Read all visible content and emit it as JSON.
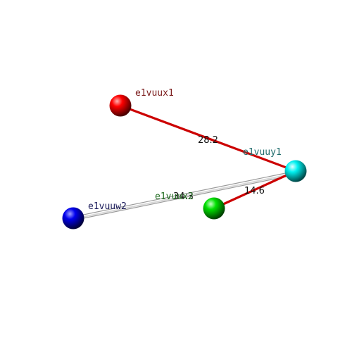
{
  "atoms": [
    {
      "id": "a1",
      "label": "e1vuux1",
      "color": "#ff0000",
      "label_color": "#7a1a1a",
      "name": "atom-sphere-e1vuux1"
    },
    {
      "id": "a2",
      "label": "e1vuuy1",
      "color": "#00ffff",
      "label_color": "#1e6b6b",
      "name": "atom-sphere-e1vuuy1"
    },
    {
      "id": "a3",
      "label": "e1vuux2",
      "color": "#00ff00",
      "label_color": "#1e6b1e",
      "name": "atom-sphere-e1vuux2"
    },
    {
      "id": "a4",
      "label": "e1vuuw2",
      "color": "#0000ff",
      "label_color": "#1a1a5a",
      "name": "atom-sphere-e1vuuw2"
    }
  ],
  "bonds": [
    {
      "from": "a1",
      "to": "a2",
      "distance": "28.2",
      "color": "#cc0000",
      "style": "solid"
    },
    {
      "from": "a3",
      "to": "a2",
      "distance": "14.6",
      "color": "#cc0000",
      "style": "solid"
    },
    {
      "from": "a4",
      "to": "a2",
      "distance": "34.3",
      "color": "#c8c8c8",
      "style": "double"
    }
  ]
}
